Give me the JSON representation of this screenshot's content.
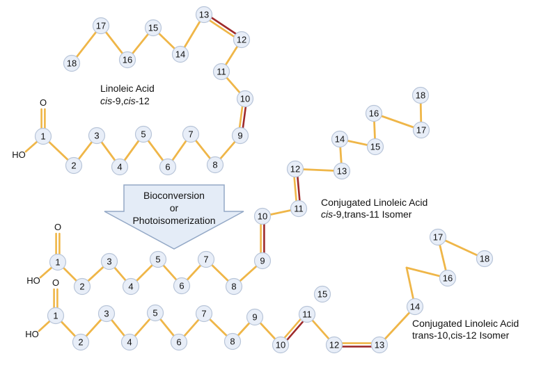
{
  "colors": {
    "bond": "#EFB648",
    "double_bond": "#9E2A2B",
    "atom_fill": "#E8EEF8",
    "atom_stroke": "#B7C4D8",
    "arrow_fill": "#E4ECF7",
    "arrow_stroke": "#93A8C6"
  },
  "labels": {
    "linoleic_name": "Linoleic Acid",
    "linoleic_config_italic": "cis",
    "linoleic_config_rest": "-9,",
    "linoleic_config_italic2": "cis",
    "linoleic_config_rest2": "-12",
    "cla1_name": "Conjugated Linoleic Acid",
    "cla1_config_italic": "cis",
    "cla1_config_rest": "-9,trans-11 Isomer",
    "cla2_name": "Conjugated Linoleic Acid",
    "cla2_config": "trans-10,cis-12 Isomer"
  },
  "arrow": {
    "line1": "Bioconversion",
    "line2": "or",
    "line3": "Photoisomerization"
  },
  "molecules": {
    "linoleic": {
      "carbons": [
        "1",
        "2",
        "3",
        "4",
        "5",
        "6",
        "7",
        "8",
        "9",
        "10",
        "11",
        "12",
        "13",
        "14",
        "15",
        "16",
        "17",
        "18"
      ],
      "oxygen": "O",
      "hydroxyl": "HO"
    },
    "cla1": {
      "carbons": [
        "1",
        "2",
        "3",
        "4",
        "5",
        "6",
        "7",
        "8",
        "9",
        "10",
        "11",
        "12",
        "13",
        "14",
        "15",
        "16",
        "17",
        "18"
      ],
      "oxygen": "O",
      "hydroxyl": "HO"
    },
    "cla2": {
      "carbons": [
        "1",
        "2",
        "3",
        "4",
        "5",
        "6",
        "7",
        "8",
        "9",
        "10",
        "11",
        "12",
        "13",
        "14",
        "15",
        "16",
        "17",
        "18"
      ],
      "oxygen": "O",
      "hydroxyl": "HO"
    }
  }
}
